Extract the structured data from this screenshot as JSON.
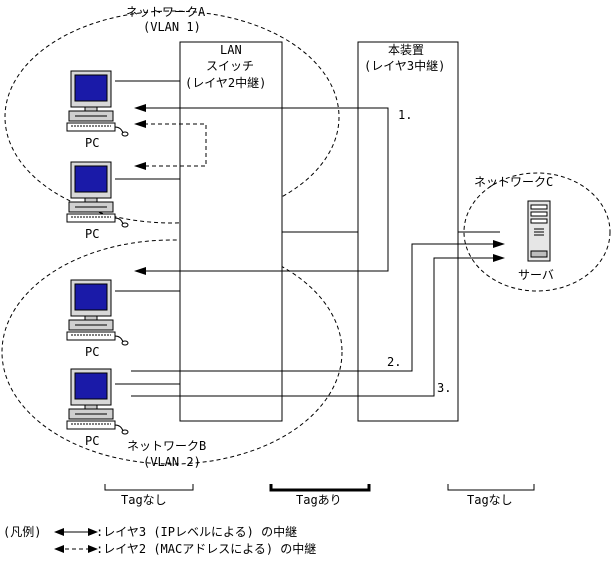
{
  "networks": {
    "a": {
      "name": "ネットワークA",
      "vlan": "(VLAN 1)"
    },
    "b": {
      "name": "ネットワークB",
      "vlan": "(VLAN 2)"
    },
    "c": {
      "name": "ネットワークC"
    }
  },
  "lan_switch": {
    "line1": "LAN",
    "line2": "スイッチ",
    "line3": "(レイヤ2中継)"
  },
  "device": {
    "line1": "本装置",
    "line2": "(レイヤ3中継)"
  },
  "pcs": [
    {
      "label": "PC"
    },
    {
      "label": "PC"
    },
    {
      "label": "PC"
    },
    {
      "label": "PC"
    }
  ],
  "server": {
    "label": "サーバ"
  },
  "paths": [
    {
      "label": "1."
    },
    {
      "label": "2."
    },
    {
      "label": "3."
    }
  ],
  "segments": [
    {
      "label": "Tagなし"
    },
    {
      "label": "Tagあり"
    },
    {
      "label": "Tagなし"
    }
  ],
  "legend": {
    "title": "(凡例)",
    "layer3": ":レイヤ3 (IPレベルによる) の中継",
    "layer2": ":レイヤ2 (MACアドレスによる) の中継"
  }
}
